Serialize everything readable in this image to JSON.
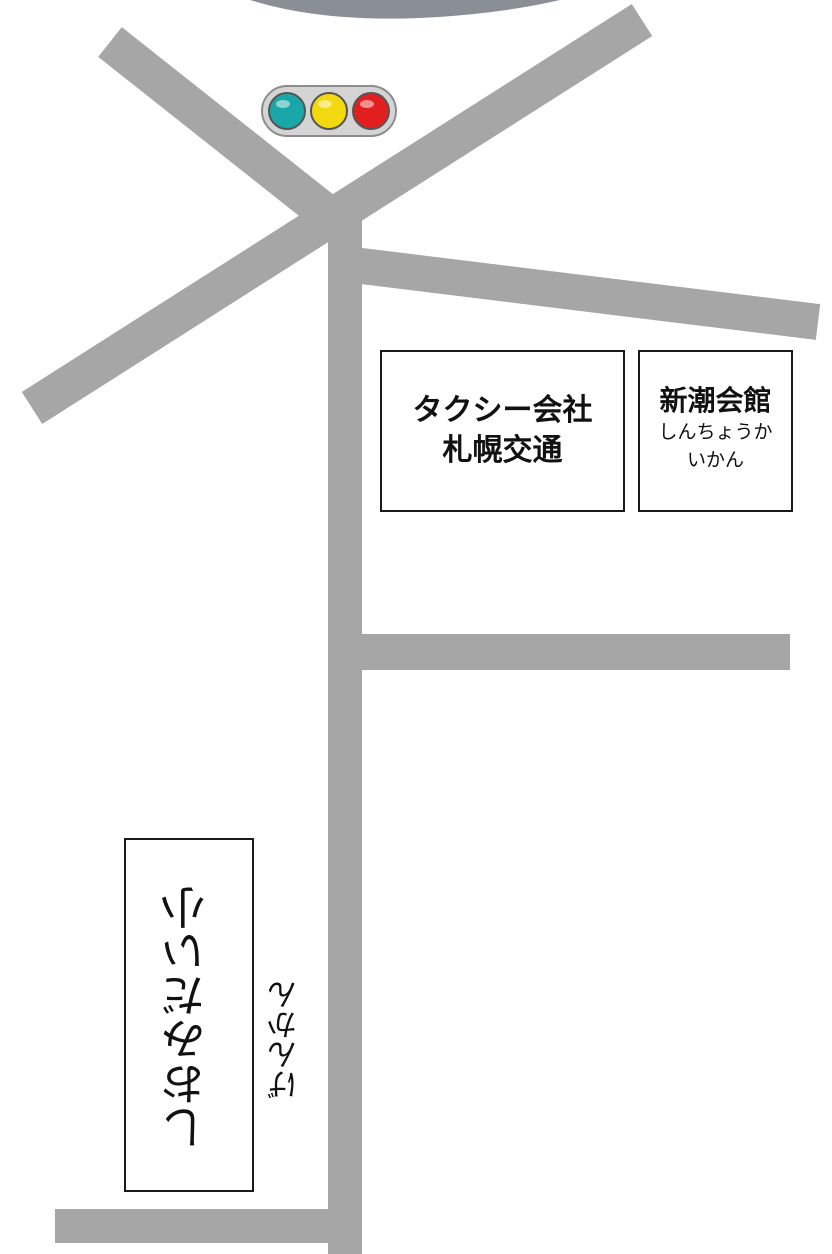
{
  "map": {
    "road_color": "#a6a6a6",
    "background_color": "#ffffff",
    "traffic_light": {
      "lamps": [
        {
          "name": "green",
          "color": "#1aa7a9"
        },
        {
          "name": "yellow",
          "color": "#f2d80f"
        },
        {
          "name": "red",
          "color": "#e11f1f"
        }
      ]
    },
    "landmarks": {
      "taxi_company": {
        "line1": "タクシー会社",
        "line2": "札幌交通"
      },
      "hall": {
        "name": "新潮会館",
        "reading_line1": "しんちょうか",
        "reading_line2": "いかん"
      },
      "school": {
        "name": "しおみだい小",
        "reading": "げんかん"
      }
    }
  }
}
